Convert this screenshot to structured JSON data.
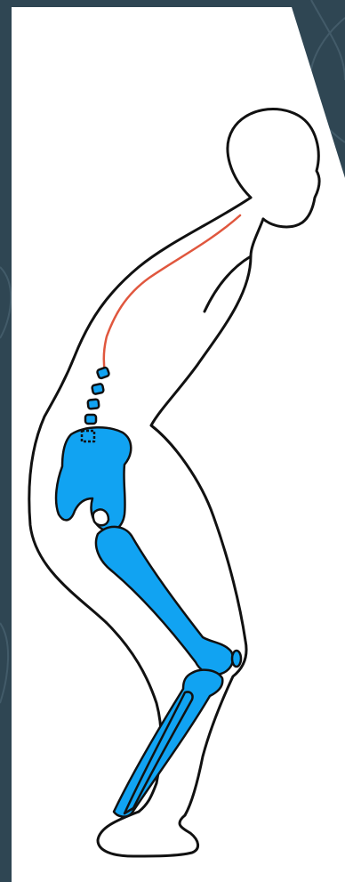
{
  "colors": {
    "background": "#2f4653",
    "background_swirl": "#5c7684",
    "panel": "#ffffff",
    "outline": "#111111",
    "bone": "#11a3f2",
    "spine": "#e0573e"
  },
  "icons": {
    "figure": "squatting-human-figure",
    "skeleton": "pelvis-and-leg-bones",
    "spine": "spine-curve-line"
  }
}
